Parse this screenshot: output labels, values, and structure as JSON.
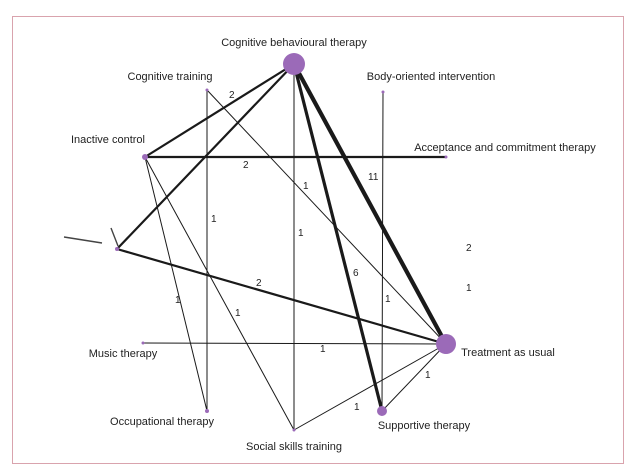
{
  "diagram": {
    "nodes": [
      {
        "id": "cbt",
        "label": "Cognitive behavioural therapy"
      },
      {
        "id": "cog",
        "label": "Cognitive training"
      },
      {
        "id": "body",
        "label": "Body-oriented intervention"
      },
      {
        "id": "inact",
        "label": "Inactive control"
      },
      {
        "id": "act",
        "label": "Acceptance and commitment therapy"
      },
      {
        "id": "unl",
        "label": ""
      },
      {
        "id": "music",
        "label": "Music therapy"
      },
      {
        "id": "tau",
        "label": "Treatment as usual"
      },
      {
        "id": "occ",
        "label": "Occupational therapy"
      },
      {
        "id": "supp",
        "label": "Supportive therapy"
      },
      {
        "id": "social",
        "label": "Social skills training"
      }
    ],
    "edges": [
      {
        "from": "cbt",
        "to": "inact",
        "label": "2",
        "trials": 2
      },
      {
        "from": "cbt",
        "to": "tau",
        "label": "11",
        "trials": 11
      },
      {
        "from": "cbt",
        "to": "supp",
        "label": "6",
        "trials": 6
      },
      {
        "from": "cbt",
        "to": "social",
        "label": "1",
        "trials": 1
      },
      {
        "from": "cbt",
        "to": "unl",
        "label": "2",
        "trials": 2
      },
      {
        "from": "inact",
        "to": "act",
        "label": "2",
        "trials": 2
      },
      {
        "from": "cog",
        "to": "tau",
        "label": "1",
        "trials": 1
      },
      {
        "from": "cog",
        "to": "occ",
        "label": "1",
        "trials": 1
      },
      {
        "from": "unl",
        "to": "tau",
        "label": "2",
        "trials": 2
      },
      {
        "from": "inact",
        "to": "occ",
        "label": "1",
        "trials": 1
      },
      {
        "from": "inact",
        "to": "social",
        "label": "1",
        "trials": 1
      },
      {
        "from": "music",
        "to": "tau",
        "label": "1",
        "trials": 1
      },
      {
        "from": "body",
        "to": "supp",
        "label": "1",
        "trials": 1
      },
      {
        "from": "unl",
        "to": "tau",
        "label": "1",
        "trials": 1
      },
      {
        "from": "social",
        "to": "tau",
        "label": "1",
        "trials": 1
      },
      {
        "from": "supp",
        "to": "tau",
        "label": "1",
        "trials": 1
      }
    ],
    "colors": {
      "node": "#9b6ab8",
      "edge": "#1a1a1a",
      "frame": "#d9a3ad"
    }
  }
}
